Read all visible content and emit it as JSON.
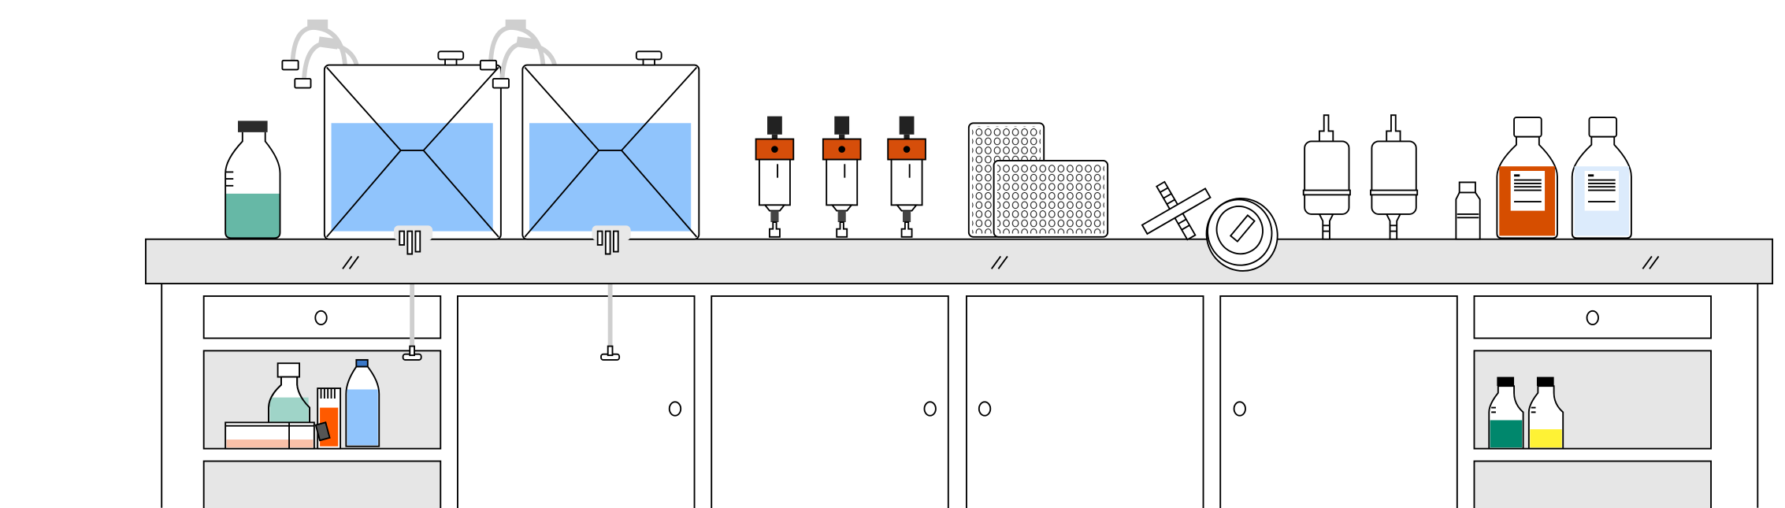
{
  "scene": {
    "items": [
      "lab-bench",
      "media-bottle",
      "water-carboy",
      "water-carboy",
      "filter-housing",
      "filter-housing",
      "filter-housing",
      "well-plate",
      "well-plate",
      "syringe-filter",
      "disc-filter",
      "capsule-filter",
      "capsule-filter",
      "small-vial",
      "reagent-bottle-orange",
      "reagent-bottle-blue",
      "drawer",
      "cabinet-door",
      "shelf-bottles"
    ]
  },
  "colors": {
    "counter": "#e6e6e6",
    "shelf": "#e6e6e6",
    "water": "#90c4fc",
    "teal_liquid": "#66b8a6",
    "light_teal_liquid": "#9fd4c8",
    "orange": "#d64e00",
    "light_blue_liquid": "#dcebfc",
    "pink_liquid": "#f9c0a8",
    "green_liquid": "#00876c",
    "yellow_liquid": "#fef235",
    "hose": "#cfcfcf",
    "outline": "#000000"
  }
}
